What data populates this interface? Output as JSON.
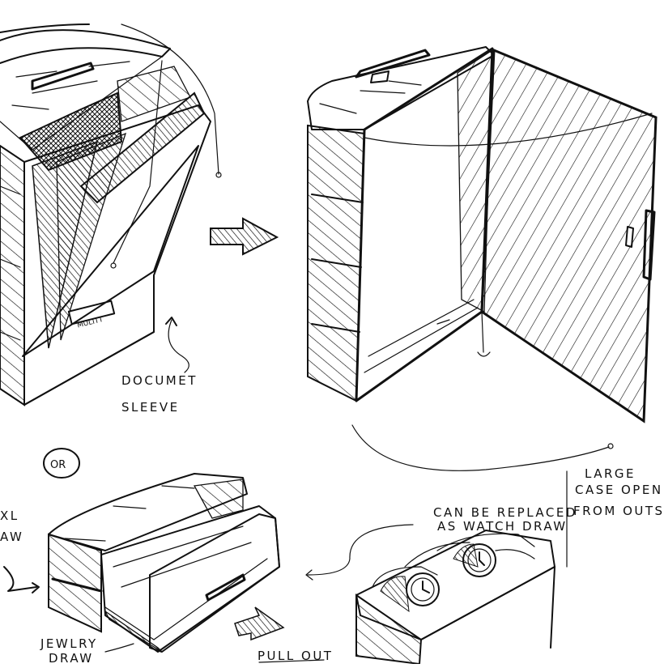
{
  "labels": {
    "document_sleeve_1": "DOCUMET",
    "document_sleeve_2": "SLEEVE",
    "or_note": "OR",
    "large_case_1": "LARGE",
    "large_case_2": "CASE OPEN",
    "large_case_3": "FROM OUTS",
    "watch_note_1": "CAN BE REPLACED",
    "watch_note_2": "AS WATCH DRAW",
    "jewelry_1": "JEWLRY",
    "jewelry_2": "DRAW",
    "pull_out": "PULL OUT",
    "cut_left_1": "XL",
    "cut_left_2": "AW",
    "brand_tag": "MULITT"
  },
  "colors": {
    "ink": "#111111",
    "paper": "#ffffff"
  }
}
